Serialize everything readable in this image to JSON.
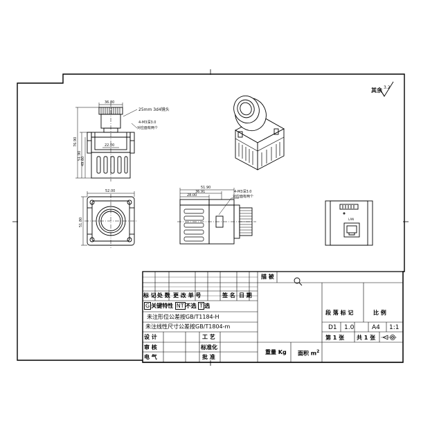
{
  "surface_roughness": {
    "prefix": "其余",
    "value": "3.2"
  },
  "views": {
    "front": {
      "dim_top": "36.80",
      "dim_left_overall": "76.90",
      "dim_left_body": "51.90",
      "dim_left_inner": "49.60",
      "dim_inner_width": "22.00",
      "note_lens": "25mm 3d4镜头",
      "note_holes_1": "4-M3深3.0",
      "note_holes_2": "对应面有两个"
    },
    "bottom": {
      "dim_top": "52.00",
      "dim_left": "51.80"
    },
    "side": {
      "dim_top_1": "51.90",
      "dim_top_2": "36.91",
      "dim_top_3": "28.00",
      "note_holes_1": "4-M3深3.0",
      "note_holes_2": "对应面有两个"
    },
    "rear": {
      "port_label": "LAN"
    }
  },
  "title_block": {
    "tracing": "描 被",
    "revision_header": {
      "mark": "标 记",
      "count": "处 数",
      "file_no": "更 改 单 号",
      "signature": "签 名",
      "date": "日 期"
    },
    "key_char": {
      "g": "G",
      "g_label": "关键特性",
      "nt": "NT",
      "nt_label": "不选",
      "t": "T",
      "t_label": "选"
    },
    "tol_line_1": "未注形位公差按GB/T1184-H",
    "tol_line_2": "未注线性尺寸公差按GB/T1804-m",
    "roles": {
      "design": "设 计",
      "review": "审 核",
      "electric": "电 气",
      "process": "工 艺",
      "standard": "标准化",
      "approve": "批 准"
    },
    "stage_label": "段 落 标 记",
    "scale_label": "比 例",
    "values": {
      "d1": "D1",
      "ver": "1.0",
      "size": "A4",
      "scale": "1:1"
    },
    "sheet": {
      "di": "第",
      "num1": "1",
      "zhang1": "张",
      "gong": "共",
      "num2": "1",
      "zhang2": "张"
    },
    "weight_label": "重量 Kg",
    "area_label": "面积 m",
    "area_sup": "2"
  }
}
